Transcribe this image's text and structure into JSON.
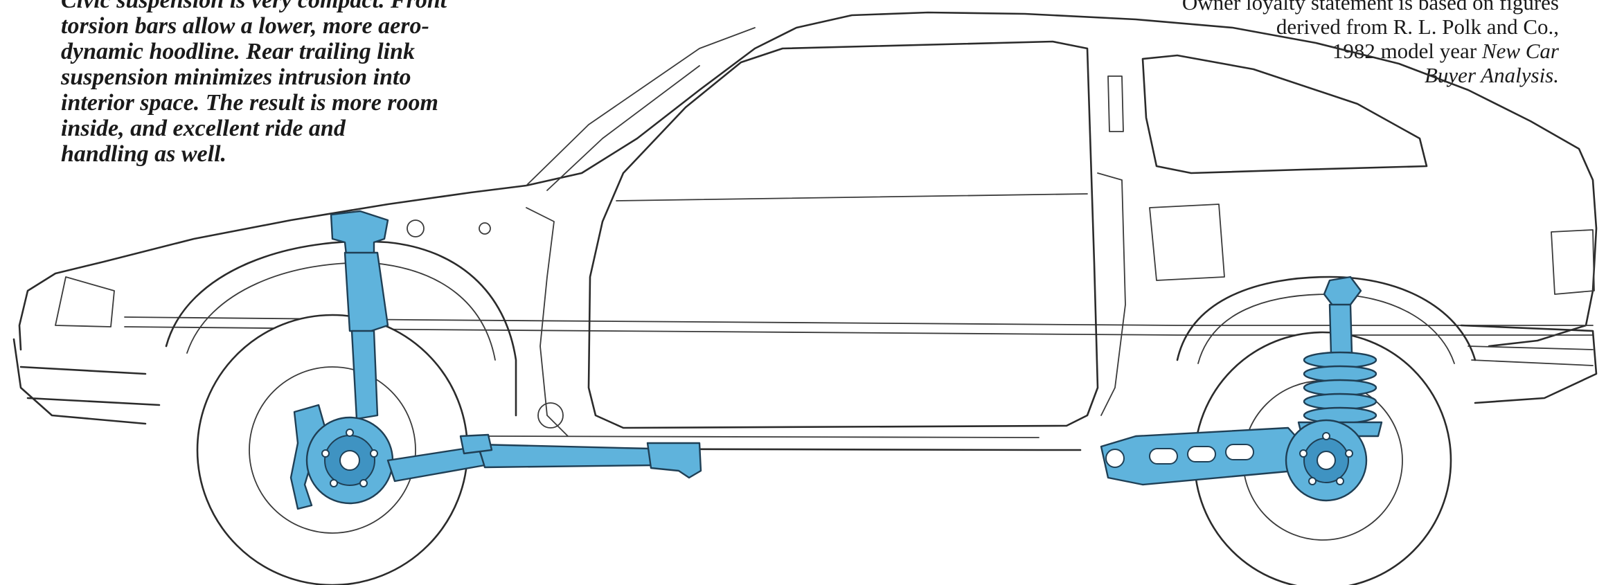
{
  "caption_left": {
    "lines": [
      "Civic suspension is very compact. Front",
      "torsion bars allow a lower, more aero-",
      "dynamic hoodline. Rear trailing link",
      "suspension minimizes intrusion into",
      "interior space. The result is more room",
      "inside, and excellent ride and",
      "handling as well."
    ]
  },
  "caption_right": {
    "line1": "Owner loyalty statement is based on figures",
    "line2": "derived from R. L. Polk and Co.,",
    "line3_prefix": "1982 model year ",
    "line3_italic": "New Car",
    "line4_italic": "Buyer Analysis."
  },
  "colors": {
    "suspension_blue": "#5fb3dc",
    "suspension_outline": "#1f3f55",
    "body_line": "#2b2b2b",
    "background": "#ffffff"
  },
  "diagram": {
    "subject": "car-cutaway-side-view",
    "highlighted_parts": [
      "front-strut",
      "front-hub-and-brake",
      "front-torsion-bar",
      "rear-coil-spring-shock",
      "rear-trailing-link",
      "rear-hub"
    ]
  }
}
